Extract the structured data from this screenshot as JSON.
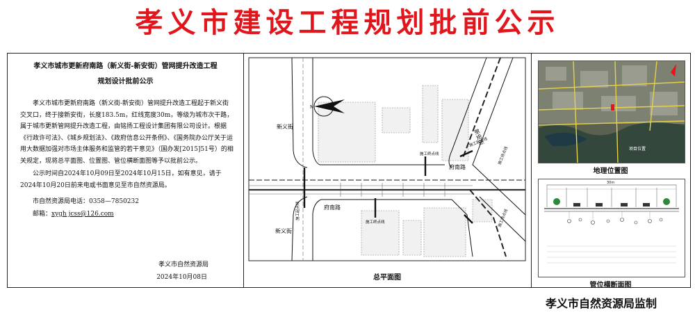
{
  "banner": {
    "title": "孝义市建设工程规划批前公示"
  },
  "notice": {
    "title_line1": "孝义市城市更新府南路（新义街-新安街）管网提升改造工程",
    "title_line2": "规划设计批前公示",
    "para1": "孝义市城市更新府南路（新义街-新安街）管网提升改造工程起于新义街交叉口，终于接新安街，长度183.5m，红线宽度30m，等级为城市次干路，属于城市更新管网提升改造工程，由铭扬工程设计集团有限公司设计。根据《行政许可法》、《城乡规划法》、《政府信息公开条例》、《国务院办公厅关于运用大数据加强对市场主体服务和监管的若干意见》（国办发[2015]51号）的相关规定，现将总平面图、位置图、管位横断面图等予以批前公示。",
    "para2": "公示时间自2024年10月09日至2024年10月15日，如有意见，请于2024年10月20日前来电或书面意见至市自然资源局。",
    "phone": "市自然资源局电话：0358—7850232",
    "email_label": "邮箱：",
    "email": "xygh jcss@126.com",
    "sign_org": "孝义市自然资源局",
    "sign_date": "2024年10月08日"
  },
  "plan": {
    "caption": "总平面图",
    "road_xinyi_top": "新义街",
    "road_xinyi_bottom": "新义街",
    "road_xinan": "新安街",
    "road_funan_top": "府南路",
    "road_funan_bottom": "府南路",
    "label_boundary": "施工终点线",
    "label_start": "施工起点线",
    "label_end": "施工终点线",
    "label_bound1": "施工起点线",
    "label_bound2": "施工终点线",
    "label_bound3": "施工终点线",
    "north": "N"
  },
  "location": {
    "caption": "地理位置图",
    "map_label": "项目位置"
  },
  "cross_section": {
    "caption": "管位横断面图",
    "width_label": "30m"
  },
  "footer": {
    "text": "孝义市自然资源局监制"
  },
  "colors": {
    "banner_red": "#e0161c",
    "pin_red": "#e8141c",
    "road_yellow": "#e6d24a"
  }
}
